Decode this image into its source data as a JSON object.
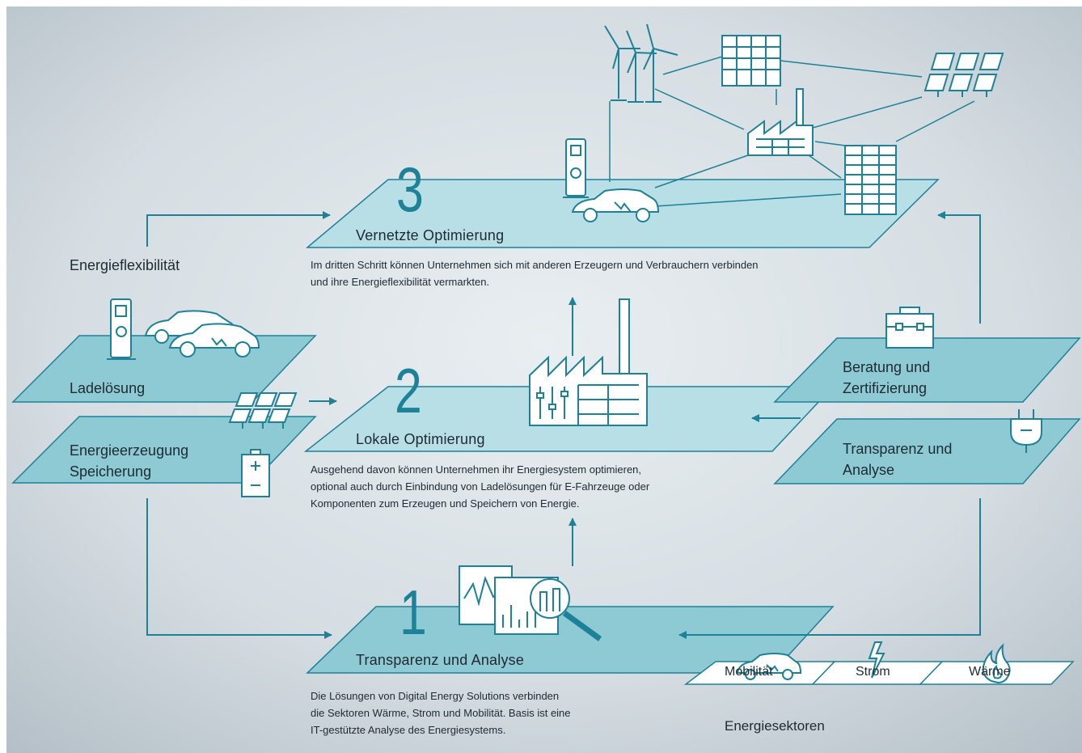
{
  "steps": [
    {
      "number": "1",
      "title": "Transparenz und Analyse",
      "description": [
        "Die Lösungen von Digital Energy Solutions verbinden",
        "die Sektoren Wärme, Strom und Mobilität. Basis ist eine",
        "IT-gestützte Analyse des Energiesystems."
      ]
    },
    {
      "number": "2",
      "title": "Lokale Optimierung",
      "description": [
        "Ausgehend davon können Unternehmen ihr Energiesystem optimieren,",
        "optional auch durch Einbindung von Ladelösungen für E-Fahrzeuge oder",
        "Komponenten zum Erzeugen und Speichern von Energie."
      ]
    },
    {
      "number": "3",
      "title": "Vernetzte Optimierung",
      "description": [
        "Im dritten Schritt können Unternehmen sich mit anderen Erzeugern und Verbrauchern verbinden",
        "und ihre Energieflexibilität vermarkten."
      ]
    }
  ],
  "left": {
    "flex_label": "Energieflexibilität",
    "charging": "Ladelösung",
    "generation": [
      "Energieerzeugung",
      "Speicherung"
    ]
  },
  "right": {
    "consulting": [
      "Beratung und",
      "Zertifizierung"
    ],
    "transparency": [
      "Transparenz und",
      "Analyse"
    ]
  },
  "sectors": {
    "items": [
      "Mobilität",
      "Strom",
      "Wärme"
    ],
    "caption": "Energiesektoren"
  },
  "colors": {
    "accent": "#1d8197",
    "plate_light": "#b5dde3",
    "plate_dark": "#7fc3cf",
    "background": "#c6cfd6"
  }
}
